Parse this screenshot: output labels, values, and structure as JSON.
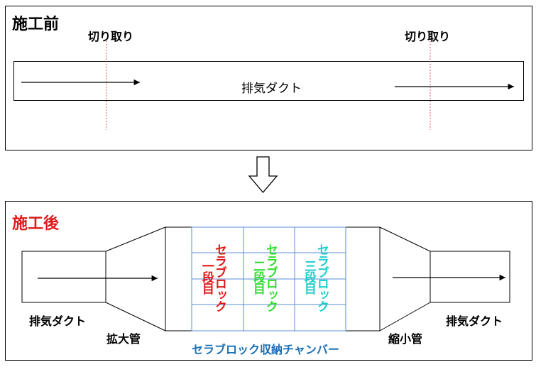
{
  "before": {
    "title": "施工前",
    "cut_label_left": "切り取り",
    "cut_label_right": "切り取り",
    "duct_label": "排気ダクト"
  },
  "after": {
    "title": "施工後",
    "left_duct_label": "排気ダクト",
    "expander_label": "拡大管",
    "chamber_label": "セラブロック収納チャンバー",
    "reducer_label": "縮小管",
    "right_duct_label": "排気ダクト",
    "stages": [
      {
        "col1": "セラブロック",
        "col2": "一段目",
        "color": "#e01818"
      },
      {
        "col1": "セラブロック",
        "col2": "二段目",
        "color": "#33dd33"
      },
      {
        "col1": "セラブロック",
        "col2": "三段目",
        "color": "#22cccc"
      }
    ]
  },
  "colors": {
    "after_title": "#e01818",
    "chamber_label": "#1a6fb5",
    "grid": "#5b8fd6",
    "cut_line": "#e05a5a"
  },
  "icons": {
    "transition": "down-arrow-icon"
  }
}
